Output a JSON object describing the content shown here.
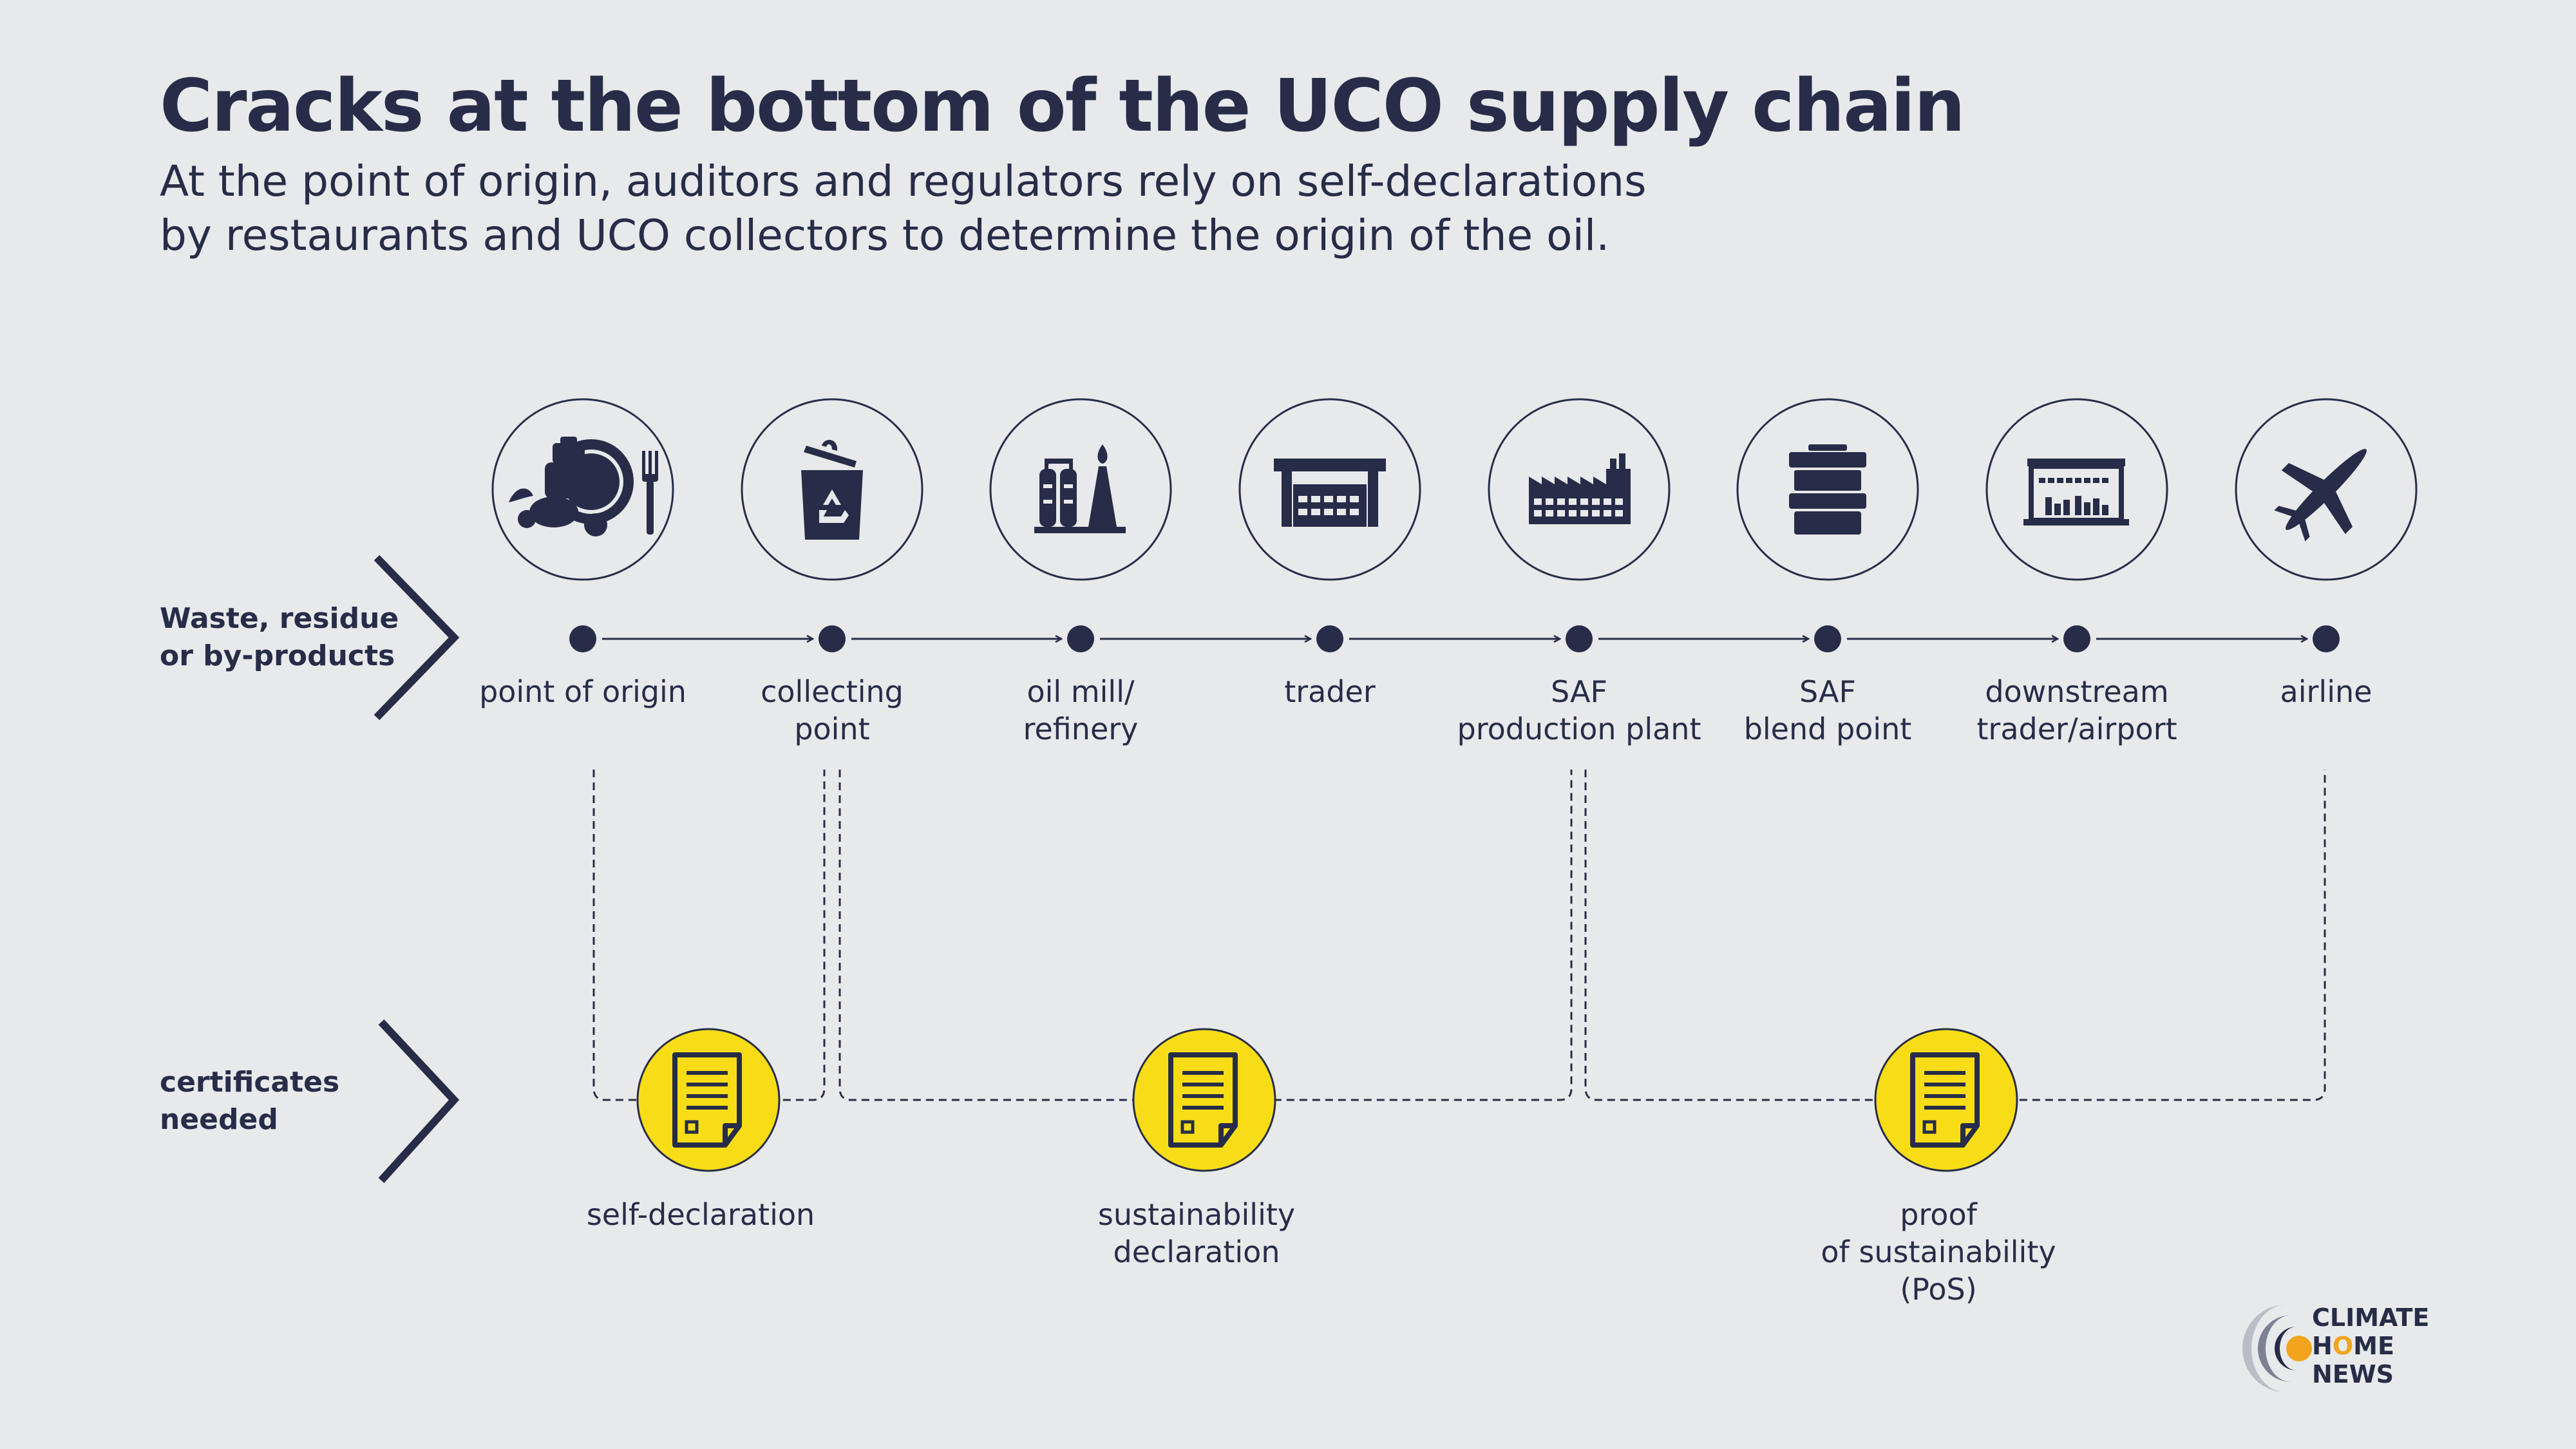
{
  "title": "Cracks at the bottom of the UCO supply chain",
  "subtitle": [
    "At the point of origin, auditors and regulators rely on self-declarations",
    "by restaurants and UCO collectors to determine the origin of the oil."
  ],
  "row_labels": {
    "products": [
      "Waste, residue",
      "or by-products"
    ],
    "certificates": [
      "certificates",
      "needed"
    ]
  },
  "stages": [
    {
      "icon": "restaurant-food-icon",
      "lines": [
        "point of origin"
      ]
    },
    {
      "icon": "recycling-bin-icon",
      "lines": [
        "collecting",
        "point"
      ]
    },
    {
      "icon": "refinery-icon",
      "lines": [
        "oil mill/",
        "refinery"
      ]
    },
    {
      "icon": "warehouse-icon",
      "lines": [
        "trader"
      ]
    },
    {
      "icon": "factory-icon",
      "lines": [
        "SAF",
        "production plant"
      ]
    },
    {
      "icon": "storage-tank-icon",
      "lines": [
        "SAF",
        "blend point"
      ]
    },
    {
      "icon": "depot-icon",
      "lines": [
        "downstream",
        "trader/airport"
      ]
    },
    {
      "icon": "airplane-icon",
      "lines": [
        "airline"
      ]
    }
  ],
  "certificates": [
    {
      "icon": "document-icon",
      "lines": [
        "self-declaration"
      ]
    },
    {
      "icon": "document-icon",
      "lines": [
        "sustainability",
        "declaration"
      ]
    },
    {
      "icon": "document-icon",
      "lines": [
        "proof",
        "of sustainability",
        "(PoS)"
      ]
    }
  ],
  "logo": {
    "line1": "CLIMATE",
    "line2_pre": "H",
    "line2_o": "O",
    "line2_post": "ME",
    "line3": "NEWS"
  },
  "colors": {
    "background": "#e8e9eb",
    "navy": "#272d48",
    "yellow": "#f8dd16",
    "logo_orange": "#f2a51c"
  }
}
